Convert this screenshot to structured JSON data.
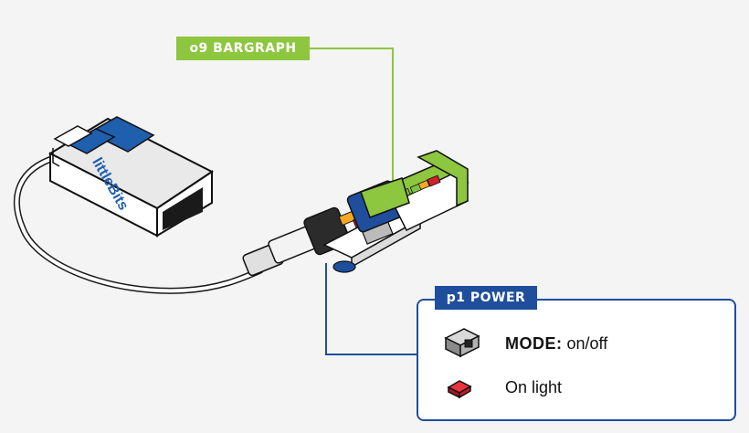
{
  "bargraph_tag": {
    "label": "o9 BARGRAPH"
  },
  "power_panel": {
    "title": "p1 POWER",
    "items": [
      {
        "key": "MODE:",
        "value": "on/off",
        "icon": "slide-switch-icon"
      },
      {
        "key": "",
        "value": "On light",
        "icon": "red-led-icon"
      }
    ]
  },
  "battery": {
    "brand": "littleBits"
  },
  "colors": {
    "green_accent": "#8dc63f",
    "blue_accent": "#1f4e9c",
    "led_red": "#d0202a",
    "led_green": "#7fc241",
    "led_amber": "#f7a823"
  }
}
